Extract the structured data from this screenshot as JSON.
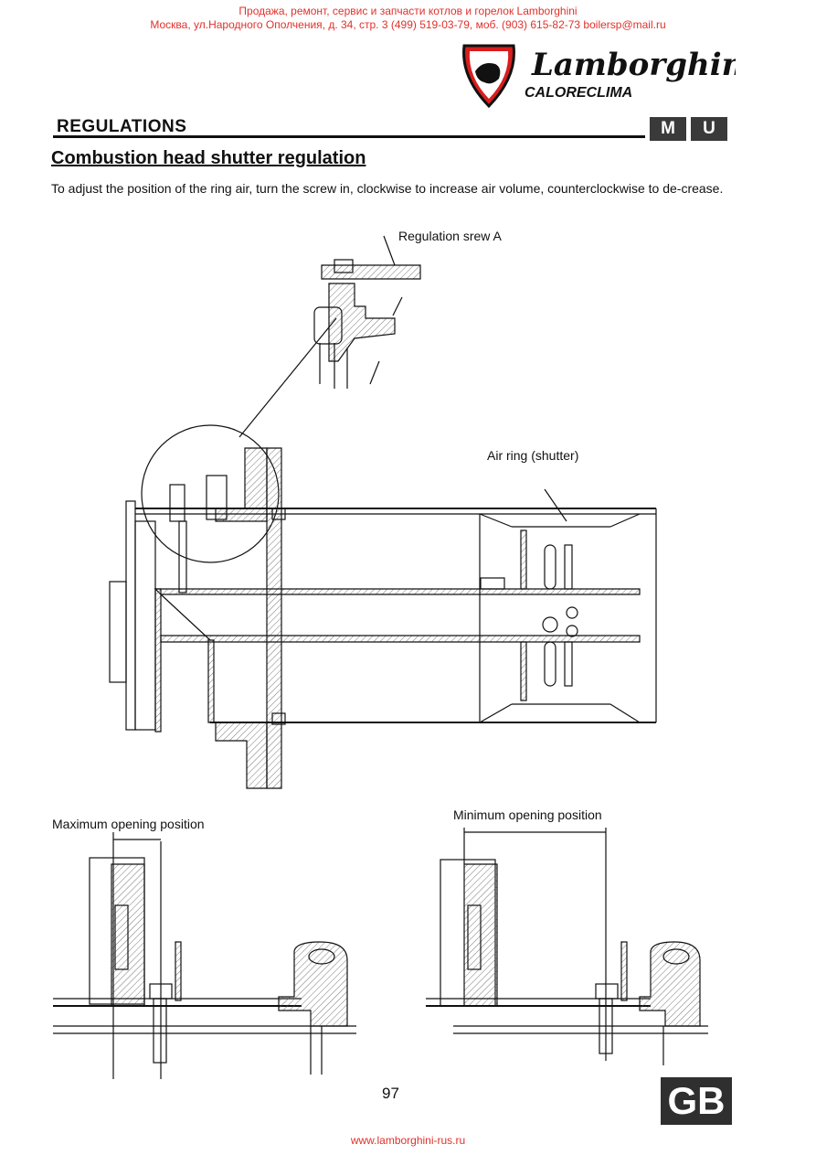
{
  "header": {
    "line1": "Продажа, ремонт, сервис и запчасти котлов и горелок Lamborghini",
    "line2": "Москва, ул.Народного Ополчения, д. 34, стр. 3   (499) 519-03-79, моб. (903) 615-82-73   boilersp@mail.ru"
  },
  "logo": {
    "brand": "Lamborghini",
    "sub": "CALORECLIMA"
  },
  "section": {
    "title": "REGULATIONS",
    "badges": [
      "M",
      "U"
    ]
  },
  "subsection": {
    "title": "Combustion head shutter regulation"
  },
  "intro": "To adjust the position of the ring air, turn the screw in, clockwise to increase air volume, counterclockwise to de-crease.",
  "figure": {
    "label_screw": "Regulation srew A",
    "label_ring": "Air ring (shutter)",
    "label_max": "Maximum opening position",
    "label_min": "Minimum opening position"
  },
  "page_number": "97",
  "lang_badge": "GB",
  "footer": "www.lamborghini-rus.ru",
  "colors": {
    "accent_red": "#e0312b",
    "badge_dark": "#3a3a3a"
  }
}
